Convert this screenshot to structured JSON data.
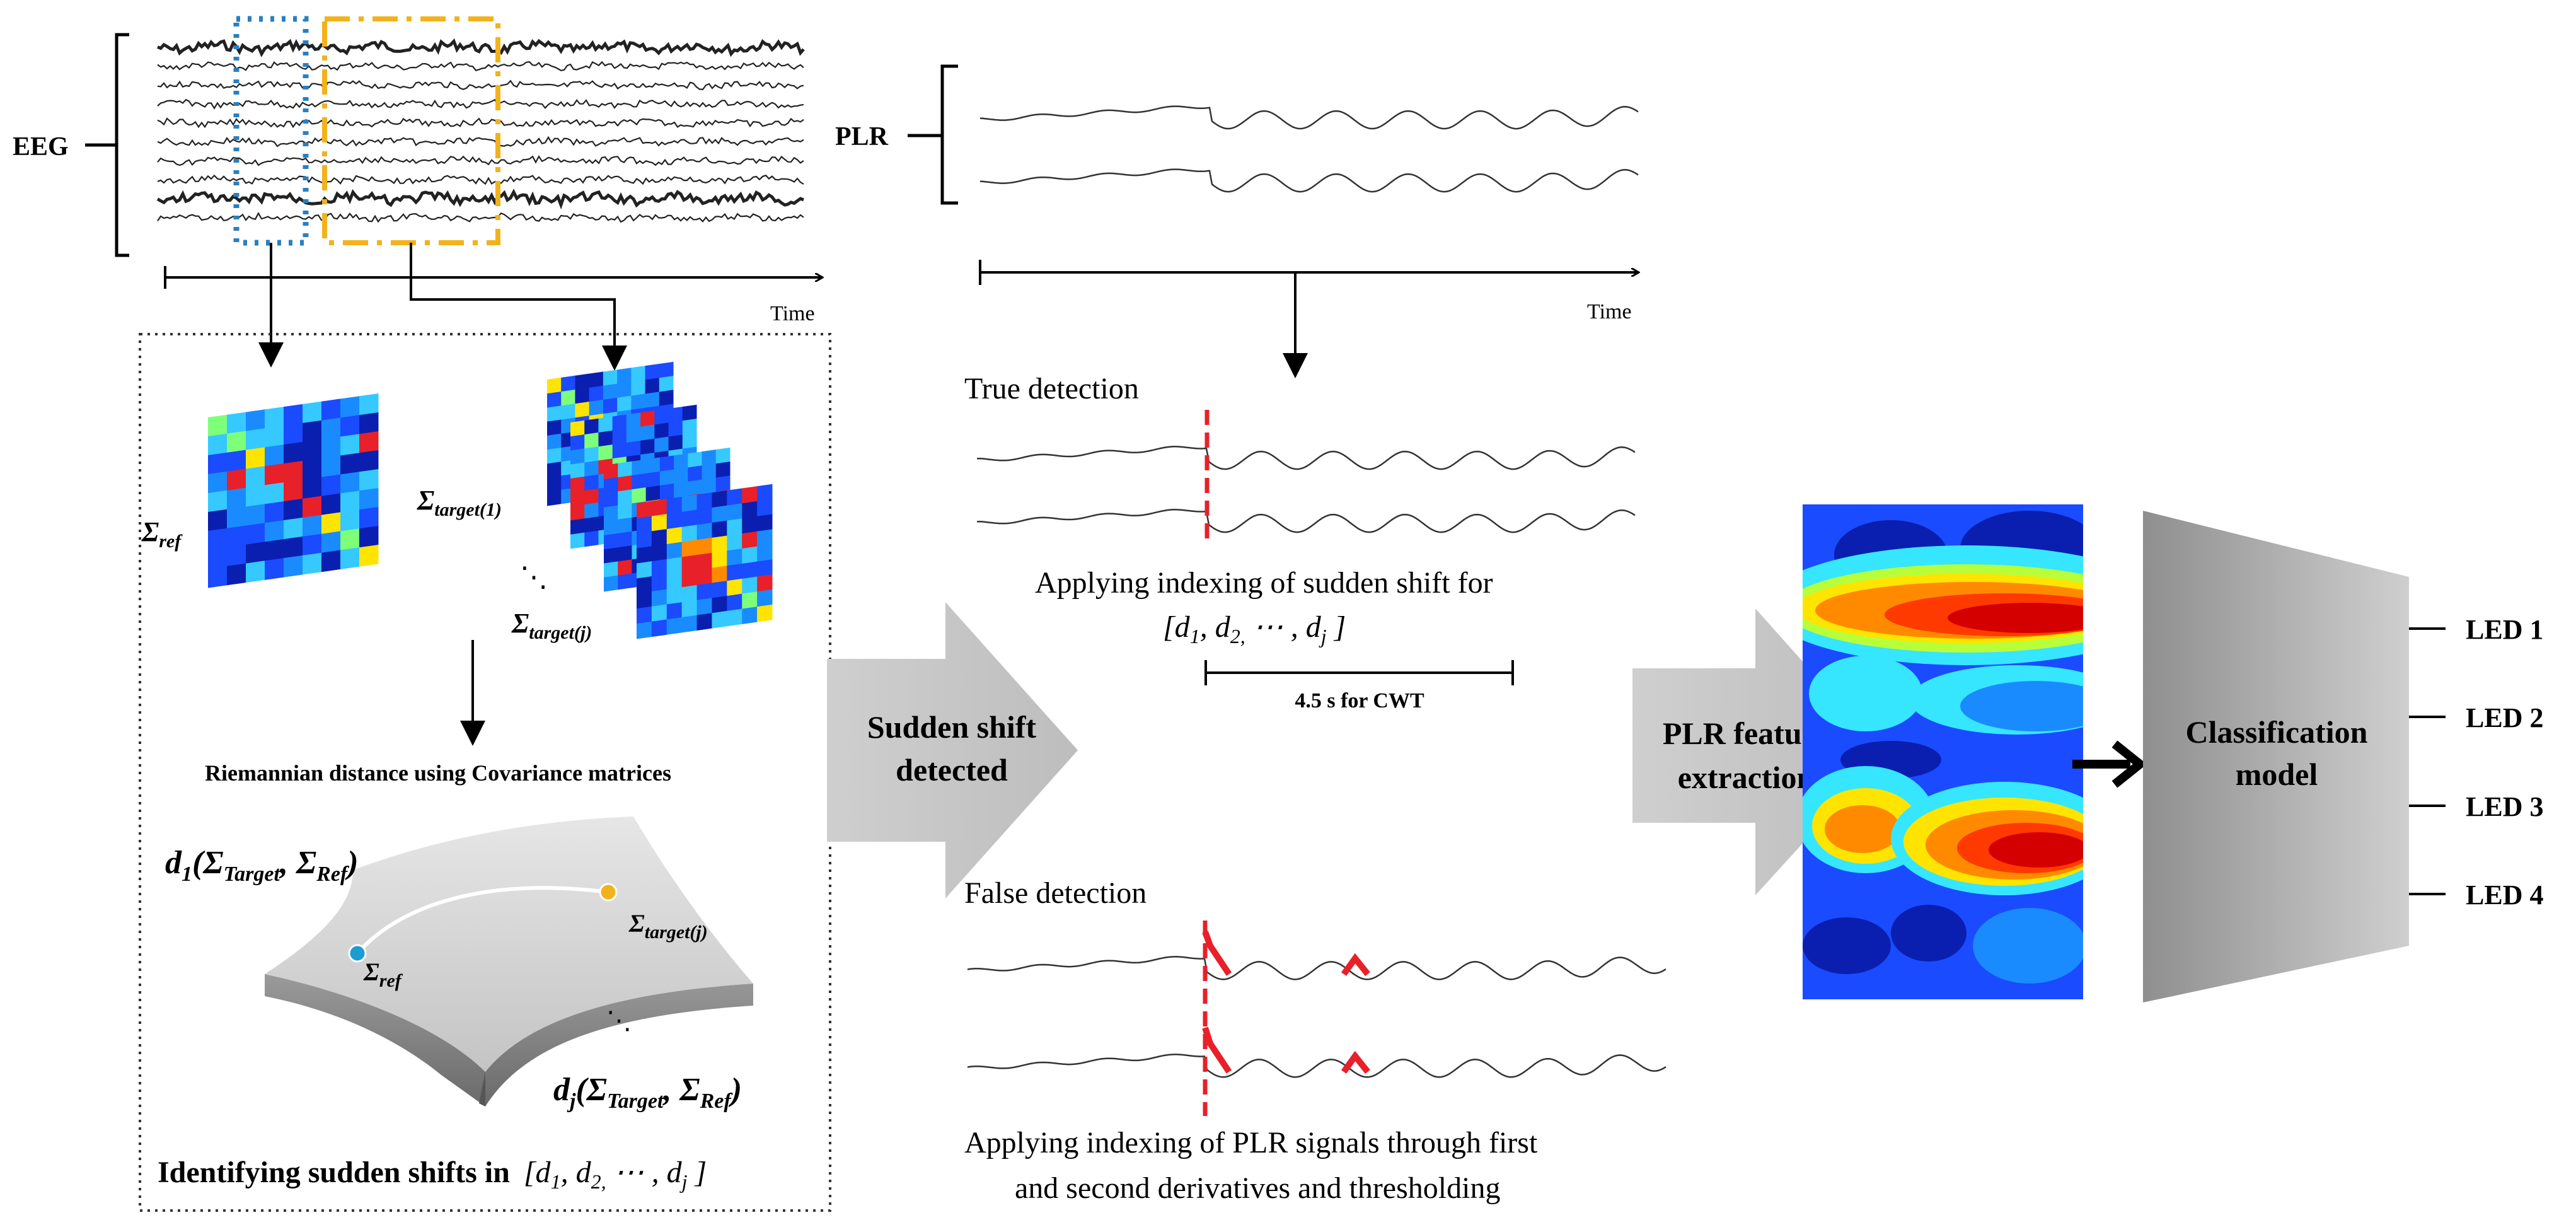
{
  "eeg": {
    "label": "EEG",
    "time_label": "Time"
  },
  "plr": {
    "label": "PLR",
    "time_label": "Time"
  },
  "covariance": {
    "sigma_ref": "Σ",
    "sigma_ref_sub": "ref",
    "sigma_target1": "Σ",
    "sigma_target1_sub": "target(1)",
    "dots": "⋱",
    "sigma_targetj": "Σ",
    "sigma_targetj_sub": "target(j)"
  },
  "riemann": {
    "caption": "Riemannian distance using Covariance matrices",
    "d1_label": "d",
    "d1_sub": "1",
    "d1_args": "(Σ",
    "d1_arg1_sub": "Target",
    "d1_sep": ", Σ",
    "d1_arg2_sub": "Ref",
    "d1_close": ")",
    "manifold_ref": "Σ",
    "manifold_ref_sub": "ref",
    "manifold_target": "Σ",
    "manifold_target_sub": "target(j)",
    "manifold_dots": "⋱",
    "dj_label": "d",
    "dj_sub": "j",
    "dj_args": "(Σ",
    "dj_arg1_sub": "Target",
    "dj_sep": ", Σ",
    "dj_arg2_sub": "Ref",
    "dj_close": ")",
    "identify_text": "Identifying sudden shifts in",
    "identify_vec": "[d",
    "identify_vec_1": "1",
    "identify_vec_mid": ", d",
    "identify_vec_2": "2,",
    "identify_vec_dots": " ⋯ , d",
    "identify_vec_j": "j",
    "identify_vec_close": " ]"
  },
  "shift_arrow": {
    "line1": "Sudden shift",
    "line2": "detected"
  },
  "true_detection": {
    "title": "True detection",
    "indexing_line1": "Applying indexing of sudden shift for",
    "vec_open": "[d",
    "vec_1": "1",
    "vec_mid": ", d",
    "vec_2": "2,",
    "vec_dots": " ⋯ , d",
    "vec_j": "j",
    "vec_close": " ]",
    "window_label": "4.5 s for CWT"
  },
  "false_detection": {
    "title": "False detection",
    "caption_line1": "Applying indexing of PLR signals through first",
    "caption_line2": "and second derivatives and thresholding"
  },
  "feature_arrow": {
    "line1": "PLR feature",
    "line2": "extraction"
  },
  "classifier": {
    "line1": "Classification",
    "line2": "model",
    "outputs": [
      "LED 1",
      "LED 2",
      "LED 3",
      "LED 4"
    ]
  },
  "colors": {
    "blue_box": "#2a7fc1",
    "orange_box": "#f2b21b",
    "red_marker": "#e8202a",
    "arrow_gray": "#c8c8c8",
    "classifier_gray": "#9a9a9a"
  }
}
